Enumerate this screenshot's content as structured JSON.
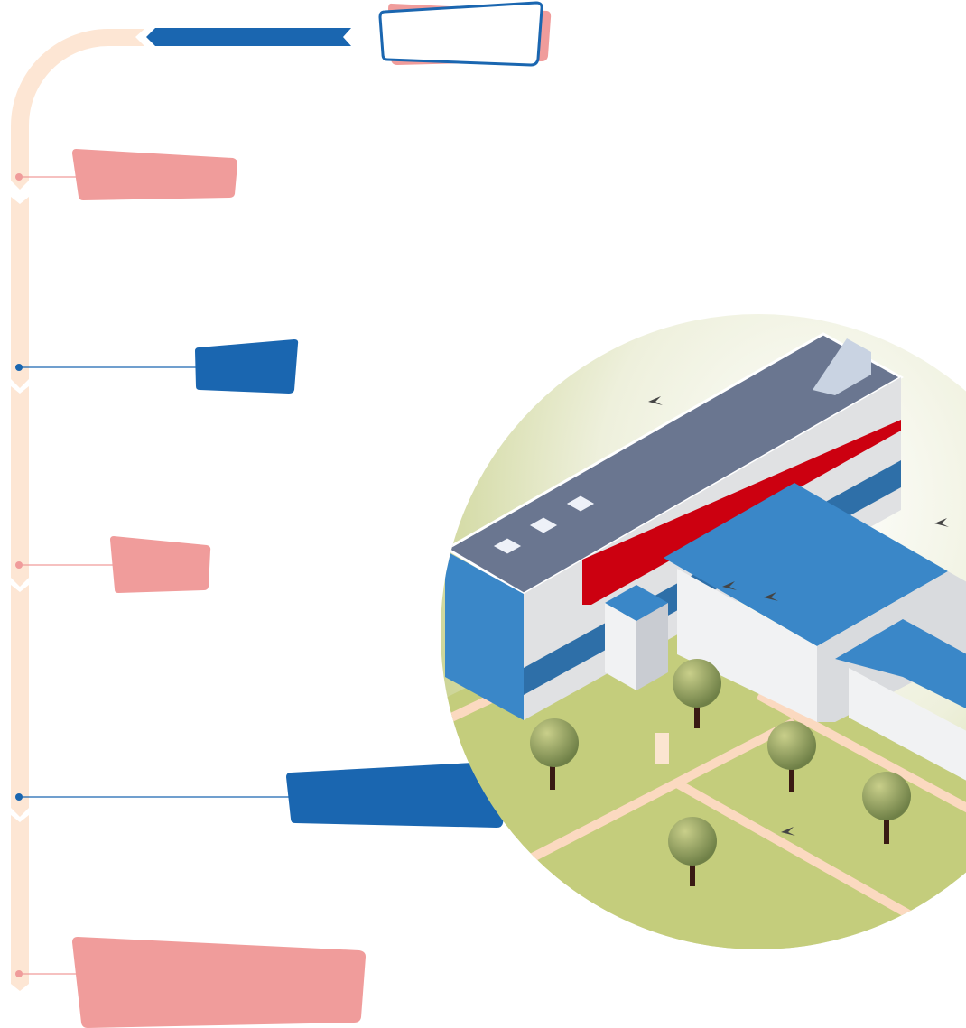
{
  "colors": {
    "timeline": "#fde6d4",
    "blue": "#1a66b0",
    "pink": "#f09c9b",
    "grass": "#c8cf83",
    "path": "#fbd9c0",
    "roof_dark": "#6a7690",
    "roof_blue": "#3a87c8",
    "wall": "#e2e3e5",
    "accent_red": "#cc0010"
  },
  "timeline": {
    "steps": [
      {
        "color": "pink"
      },
      {
        "color": "blue"
      },
      {
        "color": "pink"
      },
      {
        "color": "blue"
      },
      {
        "color": "pink"
      }
    ]
  }
}
